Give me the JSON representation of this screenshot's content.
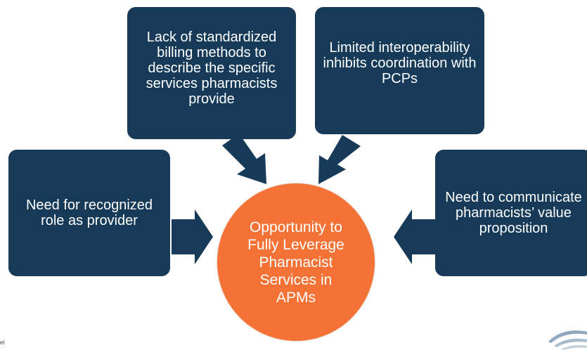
{
  "diagram": {
    "boxes": {
      "billing": "Lack of standardized billing methods to describe the specific services pharmacists provide",
      "interoperability": "Limited interoperability inhibits coordination with PCPs",
      "provider": "Need for recognized role as provider",
      "value": "Need to communicate pharmacists’ value proposition"
    },
    "center": "Opportunity to Fully Leverage Pharmacist Services in APMs",
    "colors": {
      "box": "#163a57",
      "center": "#f47236"
    }
  },
  "footer": {
    "fragment": "el"
  }
}
